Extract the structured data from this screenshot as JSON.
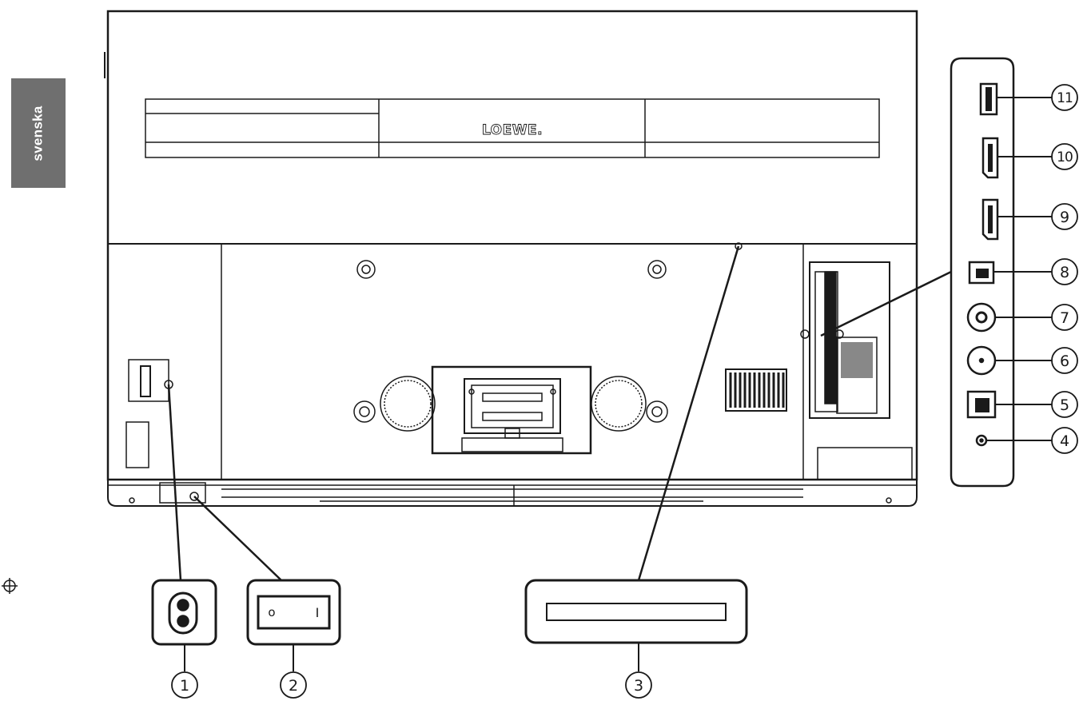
{
  "language_tab": "svenska",
  "brand_logo": "LOEWE.",
  "callouts": {
    "c1": "1",
    "c2": "2",
    "c3": "3",
    "c4": "4",
    "c5": "5",
    "c6": "6",
    "c7": "7",
    "c8": "8",
    "c9": "9",
    "c10": "10",
    "c11": "11"
  },
  "switch_labels": {
    "off": "o",
    "on": "I"
  },
  "colors": {
    "line": "#1a1a1a",
    "tab_bg": "#6f6f6f",
    "tab_text": "#ffffff"
  }
}
